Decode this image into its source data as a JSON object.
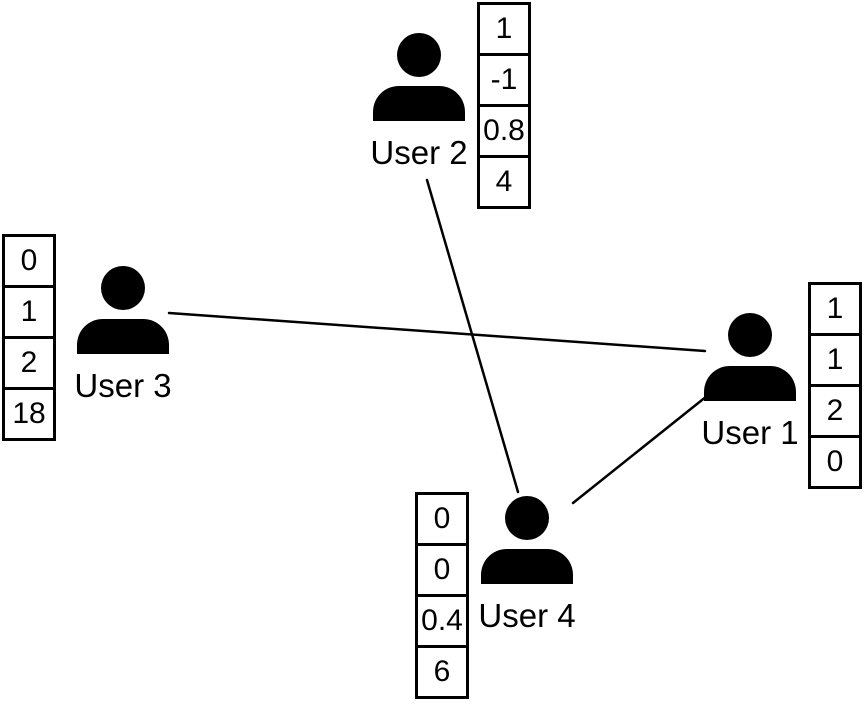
{
  "diagram": {
    "type": "user-network-with-feature-vectors",
    "colors": {
      "ink": "#000000",
      "background": "#ffffff"
    },
    "nodes": [
      {
        "id": "user1",
        "label": "User 1",
        "icon": "person-icon",
        "vector_side": "right",
        "vector": [
          "1",
          "1",
          "2",
          "0"
        ]
      },
      {
        "id": "user2",
        "label": "User 2",
        "icon": "person-icon",
        "vector_side": "right",
        "vector": [
          "1",
          "-1",
          "0.8",
          "4"
        ]
      },
      {
        "id": "user3",
        "label": "User 3",
        "icon": "person-icon",
        "vector_side": "left",
        "vector": [
          "0",
          "1",
          "2",
          "18"
        ]
      },
      {
        "id": "user4",
        "label": "User 4",
        "icon": "person-icon",
        "vector_side": "left",
        "vector": [
          "0",
          "0",
          "0.4",
          "6"
        ]
      }
    ],
    "edges": [
      {
        "from": "User 3",
        "to": "User 1"
      },
      {
        "from": "User 2",
        "to": "User 4"
      },
      {
        "from": "User 1",
        "to": "User 4"
      }
    ]
  }
}
